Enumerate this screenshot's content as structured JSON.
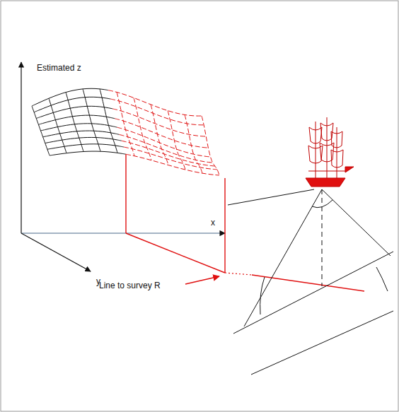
{
  "diagram": {
    "labels": [
      "Estimated z",
      "x",
      "y",
      "Line to survey R"
    ]
  }
}
